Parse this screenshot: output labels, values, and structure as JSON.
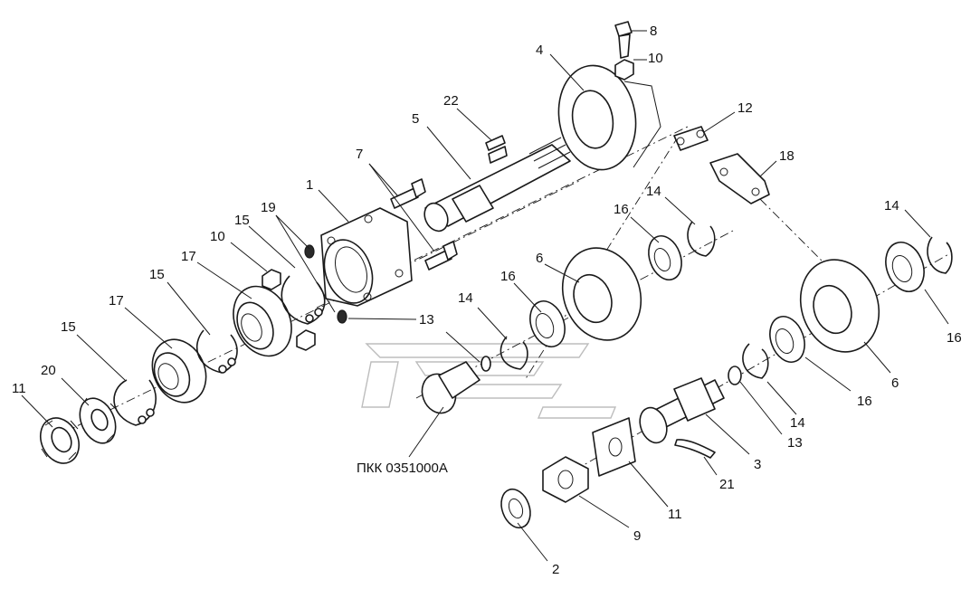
{
  "diagram": {
    "caption": "ПКК 0351000А",
    "callouts": {
      "c1": "1",
      "c2": "2",
      "c3": "3",
      "c4": "4",
      "c5": "5",
      "c6a": "6",
      "c6b": "6",
      "c7": "7",
      "c8": "8",
      "c9": "9",
      "c10a": "10",
      "c10b": "10",
      "c11a": "11",
      "c11b": "11",
      "c12": "12",
      "c13a": "13",
      "c13b": "13",
      "c14a": "14",
      "c14b": "14",
      "c14c": "14",
      "c14d": "14",
      "c15a": "15",
      "c15b": "15",
      "c15c": "15",
      "c16a": "16",
      "c16b": "16",
      "c16c": "16",
      "c16d": "16",
      "c17a": "17",
      "c17b": "17",
      "c18": "18",
      "c19": "19",
      "c20": "20",
      "c21": "21",
      "c22": "22"
    }
  }
}
